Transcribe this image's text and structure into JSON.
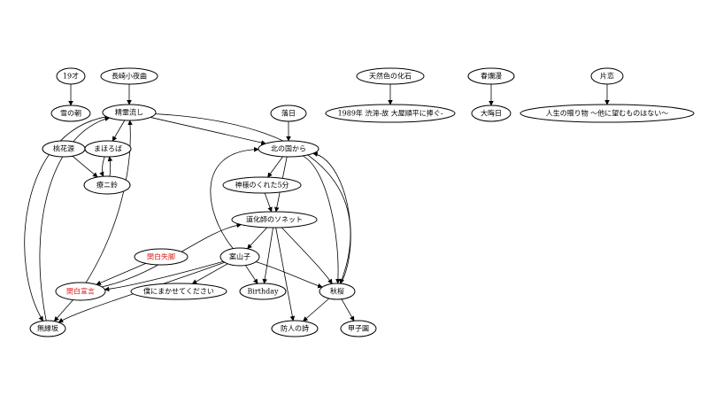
{
  "colors": {
    "stroke": "#000000",
    "default_fill": "#ffffff",
    "default_text": "#000000",
    "accent_red": "#d8201a",
    "accent_blue": "#1f2ee6",
    "red_text": "#d8201a"
  },
  "nodes": [
    {
      "id": "n19",
      "label": "19才"
    },
    {
      "id": "nasa",
      "label": "雪の朝"
    },
    {
      "id": "nagasaki",
      "label": "長崎小夜曲"
    },
    {
      "id": "shoryo",
      "label": "精霊流し"
    },
    {
      "id": "tennen",
      "label": "天然色の化石"
    },
    {
      "id": "n1989",
      "label": "1989年 渋滞-故 大屋順平に捧ぐ-"
    },
    {
      "id": "shunrai",
      "label": "春爛漫"
    },
    {
      "id": "ounichi",
      "label": "大晦日"
    },
    {
      "id": "katakoi",
      "label": "片恋"
    },
    {
      "id": "jinsei",
      "label": "人生の贈り物 ～他に望むものはない～"
    },
    {
      "id": "rakujitsu",
      "label": "落日"
    },
    {
      "id": "kitanokuni",
      "label": "北の国から"
    },
    {
      "id": "tougen",
      "label": "桃花源"
    },
    {
      "id": "mahoroba",
      "label": "まほろば"
    },
    {
      "id": "kouji",
      "label": "療ニ鈴",
      "fill": "accent_blue",
      "text": "default_text"
    },
    {
      "id": "kamisama",
      "label": "神様のくれた5分"
    },
    {
      "id": "douke",
      "label": "道化師のソネット"
    },
    {
      "id": "kanpaku_shikyaku",
      "label": "関白失脚",
      "text": "red_text"
    },
    {
      "id": "anzanshi",
      "label": "案山子",
      "fill": "accent_red",
      "text": "default_text"
    },
    {
      "id": "kanpaku_sengen",
      "label": "関白宣言",
      "text": "red_text"
    },
    {
      "id": "bokuni",
      "label": "僕にまかせてください"
    },
    {
      "id": "birthday",
      "label": "Birthday"
    },
    {
      "id": "akizakura",
      "label": "秋桜"
    },
    {
      "id": "muenzaka",
      "label": "無縁坂"
    },
    {
      "id": "sakimori",
      "label": "防人の詩"
    },
    {
      "id": "koshien",
      "label": "甲子園"
    }
  ],
  "edges": [
    {
      "from": "n19",
      "to": "nasa"
    },
    {
      "from": "nagasaki",
      "to": "shoryo"
    },
    {
      "from": "tennen",
      "to": "n1989"
    },
    {
      "from": "shunrai",
      "to": "ounichi"
    },
    {
      "from": "katakoi",
      "to": "jinsei"
    },
    {
      "from": "rakujitsu",
      "to": "kitanokuni"
    },
    {
      "from": "shoryo",
      "to": "kitanokuni"
    },
    {
      "from": "shoryo",
      "to": "mahoroba"
    },
    {
      "from": "shoryo",
      "to": "muenzaka"
    },
    {
      "from": "shoryo",
      "to": "akizakura"
    },
    {
      "from": "tougen",
      "to": "kouji"
    },
    {
      "from": "mahoroba",
      "to": "kouji"
    },
    {
      "from": "kouji",
      "to": "mahoroba"
    },
    {
      "from": "kitanokuni",
      "to": "kamisama"
    },
    {
      "from": "kitanokuni",
      "to": "douke"
    },
    {
      "from": "kitanokuni",
      "to": "akizakura"
    },
    {
      "from": "akizakura",
      "to": "kitanokuni"
    },
    {
      "from": "kamisama",
      "to": "douke"
    },
    {
      "from": "douke",
      "to": "anzanshi"
    },
    {
      "from": "douke",
      "to": "birthday"
    },
    {
      "from": "douke",
      "to": "sakimori"
    },
    {
      "from": "douke",
      "to": "akizakura"
    },
    {
      "from": "anzanshi",
      "to": "kitanokuni"
    },
    {
      "from": "anzanshi",
      "to": "bokuni"
    },
    {
      "from": "anzanshi",
      "to": "birthday"
    },
    {
      "from": "anzanshi",
      "to": "akizakura"
    },
    {
      "from": "anzanshi",
      "to": "kanpaku_sengen"
    },
    {
      "from": "anzanshi",
      "to": "muenzaka"
    },
    {
      "from": "kanpaku_shikyaku",
      "to": "kanpaku_sengen"
    },
    {
      "from": "kanpaku_sengen",
      "to": "douke"
    },
    {
      "from": "kanpaku_sengen",
      "to": "shoryo"
    },
    {
      "from": "kanpaku_sengen",
      "to": "muenzaka"
    },
    {
      "from": "muenzaka",
      "to": "shoryo"
    },
    {
      "from": "akizakura",
      "to": "sakimori"
    },
    {
      "from": "akizakura",
      "to": "koshien"
    }
  ]
}
